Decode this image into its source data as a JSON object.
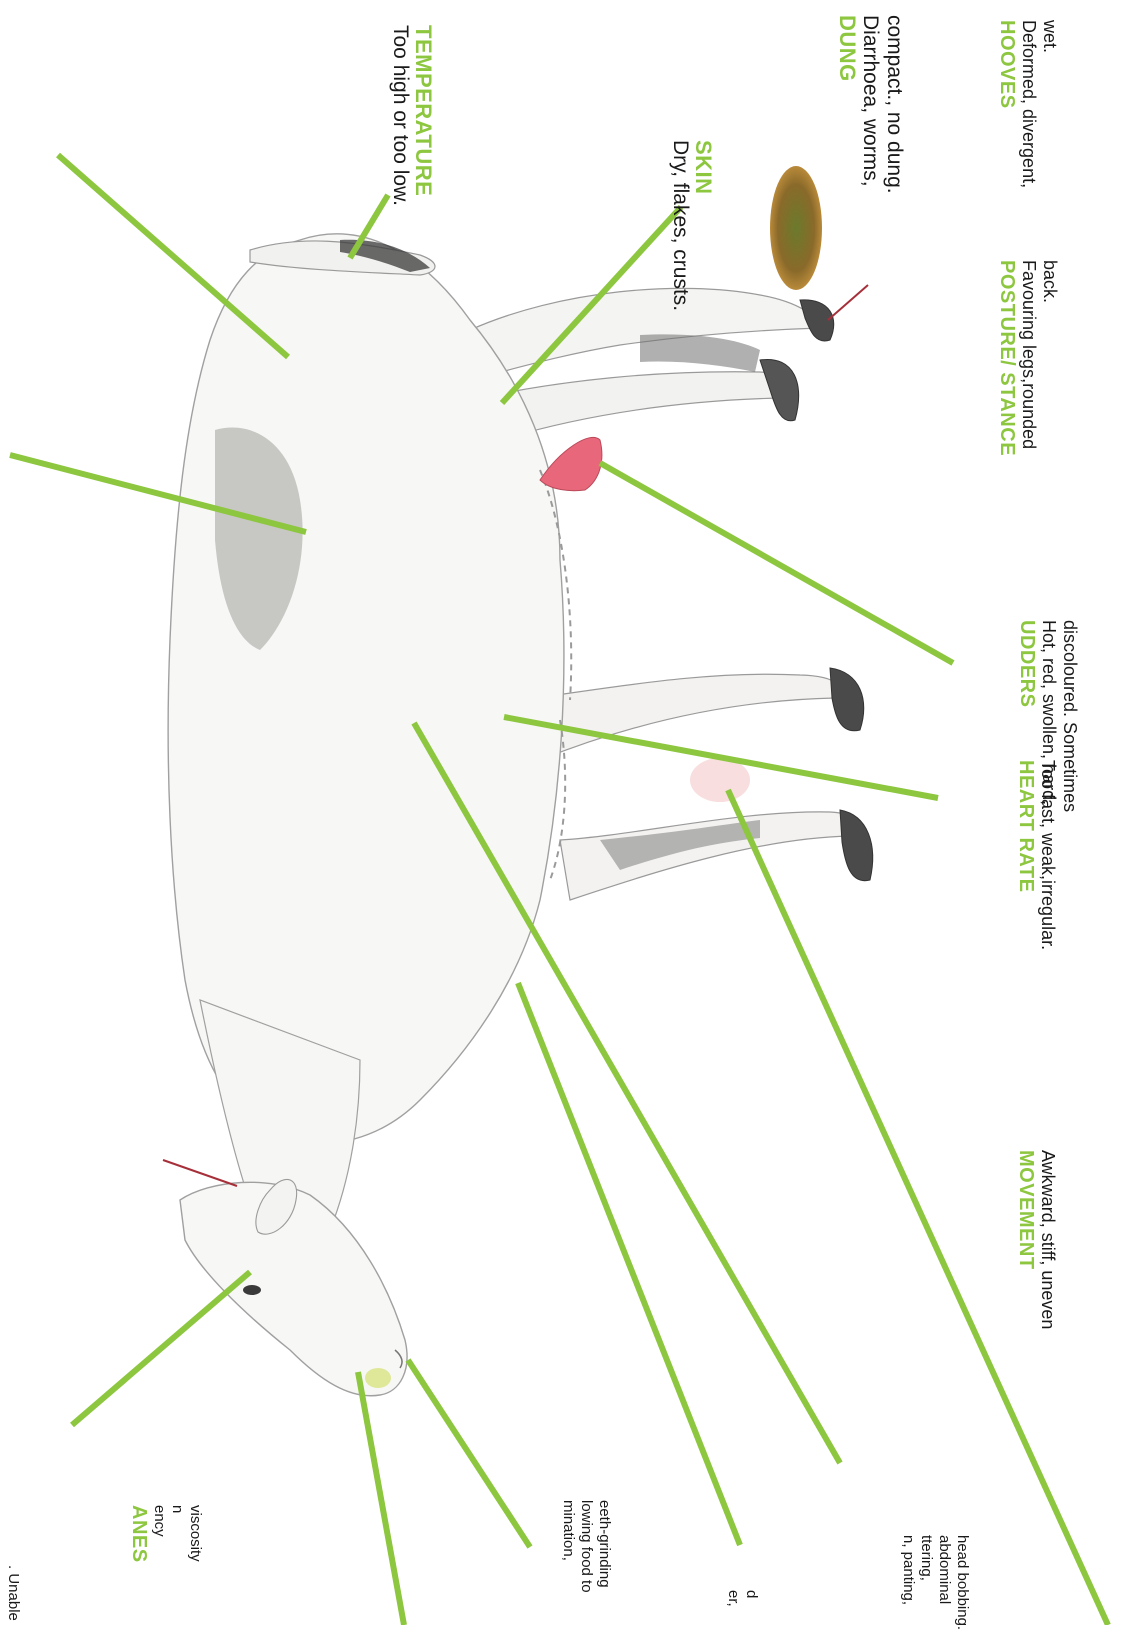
{
  "labels": {
    "temperature": {
      "heading": "TEMPERATURE",
      "body": [
        "Too high or too low."
      ]
    },
    "skin": {
      "heading": "SKIN",
      "body": [
        "Dry, flakes, crusts."
      ]
    },
    "dung": {
      "heading": "DUNG",
      "body": [
        "Diarrhoea, worms,",
        "compact., no dung."
      ]
    },
    "hooves": {
      "heading": "HOOVES",
      "body": [
        "Deformed, divergent,",
        "wet."
      ]
    },
    "posture": {
      "heading": "POSTURE/ STANCE",
      "body": [
        "Favouring legs,rounded",
        "back."
      ]
    },
    "udders": {
      "heading": "UDDERS",
      "body": [
        "Hot, red, swollen, hard,",
        "discoloured. Sometimes"
      ]
    },
    "heart_rate": {
      "heading": "HEART RATE",
      "body": [
        "Too fast, weak,irregular."
      ]
    },
    "movement": {
      "heading": "MOVEMENT",
      "body": [
        "Awkward, stiff, uneven"
      ]
    },
    "membranes": {
      "heading": "ANES",
      "body": [
        "ency",
        "n",
        "viscosity"
      ]
    },
    "eating": {
      "heading": "",
      "body": [
        "mination,",
        "lowing food to",
        "eeth-grinding"
      ]
    },
    "appearance": {
      "heading": "",
      "body": [
        "er,",
        "d"
      ]
    },
    "breathing": {
      "heading": "",
      "body": [
        "n, panting,",
        "ttering,",
        "abdominal",
        "head bobbing."
      ]
    },
    "top_fragment": {
      "heading": "",
      "body": [
        ". Unable"
      ]
    }
  },
  "colors": {
    "accent_green": "#8dc63f",
    "pointer_red": "#a6303a",
    "udder_pink": "#e8677a",
    "text": "#1a1a1a"
  }
}
